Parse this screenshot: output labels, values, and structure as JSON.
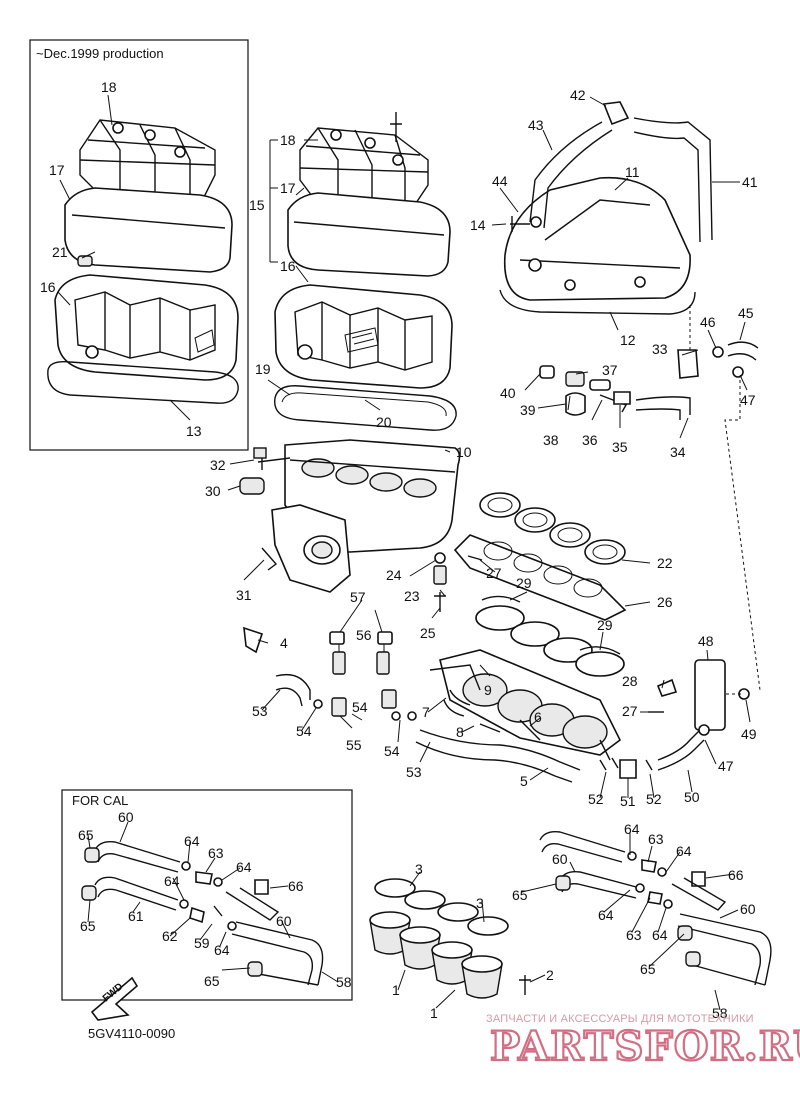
{
  "box_top": {
    "title": "~Dec.1999 production"
  },
  "box_bottom": {
    "title": "FOR CAL"
  },
  "fwd_label": "FWD",
  "drawing_code": "5GV4110-0090",
  "watermark": {
    "tagline": "ЗАПЧАСТИ И АКСЕССУАРЫ ДЛЯ МОТОТЕХНИКИ",
    "brand": "PARTSFOR.RU"
  },
  "callouts": [
    "18",
    "17",
    "21",
    "16",
    "13",
    "18",
    "17",
    "15",
    "16",
    "19",
    "20",
    "10",
    "32",
    "30",
    "31",
    "42",
    "43",
    "44",
    "14",
    "11",
    "41",
    "12",
    "46",
    "45",
    "33",
    "47",
    "37",
    "40",
    "39",
    "38",
    "36",
    "35",
    "34",
    "22",
    "26",
    "27",
    "29",
    "29",
    "24",
    "23",
    "25",
    "57",
    "56",
    "4",
    "48",
    "28",
    "49",
    "27",
    "9",
    "7",
    "8",
    "6",
    "53",
    "54",
    "54",
    "55",
    "54",
    "53",
    "5",
    "47",
    "52",
    "51",
    "52",
    "50",
    "60",
    "65",
    "64",
    "63",
    "64",
    "66",
    "64",
    "61",
    "65",
    "62",
    "59",
    "64",
    "60",
    "65",
    "58",
    "3",
    "3",
    "2",
    "1",
    "1",
    "64",
    "63",
    "60",
    "64",
    "65",
    "66",
    "64",
    "60",
    "63",
    "64",
    "65",
    "58"
  ]
}
